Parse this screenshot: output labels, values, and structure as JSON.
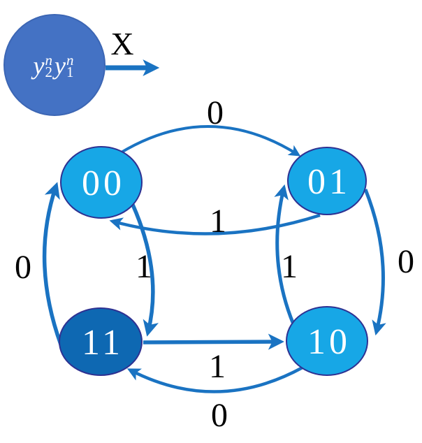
{
  "colors": {
    "state_light": "#17A7E6",
    "state_dark": "#0E68B2",
    "legend_fill": "#4472C4",
    "legend_stroke": "#3C66B4",
    "state_stroke": "#2E3192",
    "arrow": "#1A73C2",
    "state_text": "#FFFFFF",
    "label_text": "#000000"
  },
  "legend": {
    "var1": {
      "base": "y",
      "sup": "n",
      "sub": "2"
    },
    "var2": {
      "base": "y",
      "sup": "n",
      "sub": "1"
    },
    "input_label": "X"
  },
  "states": [
    {
      "id": "00",
      "label": "00"
    },
    {
      "id": "01",
      "label": "01"
    },
    {
      "id": "11",
      "label": "11"
    },
    {
      "id": "10",
      "label": "10"
    }
  ],
  "transitions": [
    {
      "from": "00",
      "to": "01",
      "input": "0"
    },
    {
      "from": "01",
      "to": "00",
      "input": "1"
    },
    {
      "from": "00",
      "to": "11",
      "input": "1"
    },
    {
      "from": "11",
      "to": "00",
      "input": "0"
    },
    {
      "from": "01",
      "to": "10",
      "input": "0"
    },
    {
      "from": "10",
      "to": "01",
      "input": "1"
    },
    {
      "from": "11",
      "to": "10",
      "input": "1"
    },
    {
      "from": "10",
      "to": "11",
      "input": "0"
    }
  ]
}
